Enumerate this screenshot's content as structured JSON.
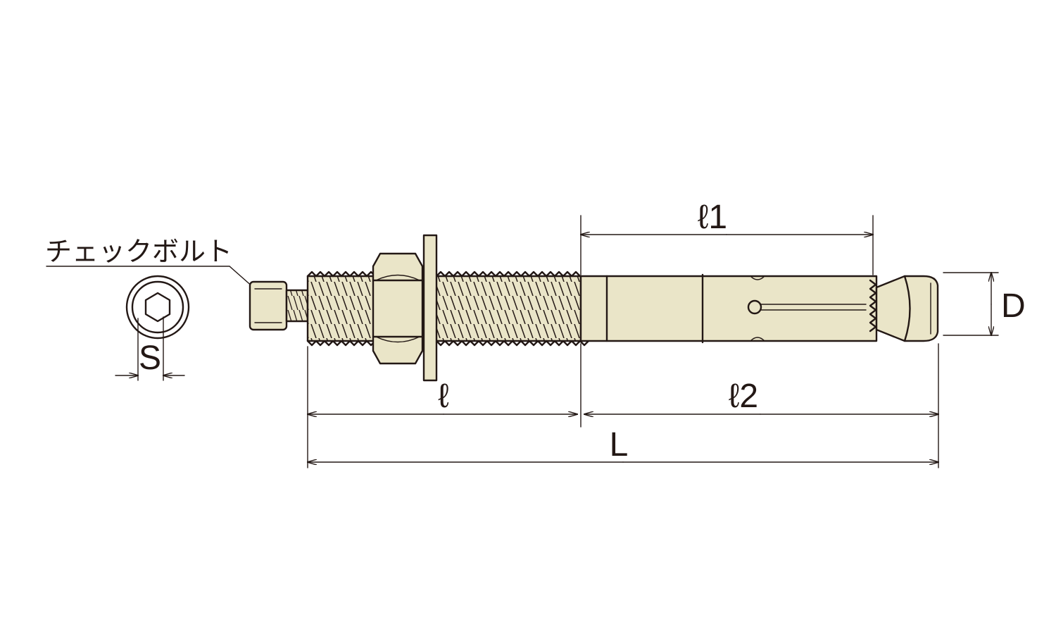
{
  "labels": {
    "check_bolt": "チェックボルト",
    "S": "S",
    "D": "D",
    "L": "L",
    "ell": "ℓ",
    "ell1": "ℓ1",
    "ell2": "ℓ2"
  },
  "colors": {
    "line": "#231815",
    "body_fill": "#eae5c8",
    "background": "#ffffff"
  }
}
